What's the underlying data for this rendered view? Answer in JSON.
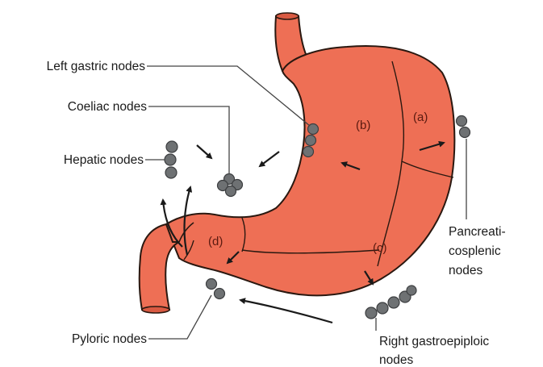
{
  "labels": {
    "left_gastric": "Left gastric nodes",
    "coeliac": "Coeliac nodes",
    "hepatic": "Hepatic nodes",
    "pyloric": "Pyloric nodes",
    "pancreatico_line1": "Pancreati-",
    "pancreatico_line2": "cosplenic",
    "pancreatico_line3": "nodes",
    "right_gastro_line1": "Right gastroepiploic",
    "right_gastro_line2": "nodes"
  },
  "zones": {
    "a": "(a)",
    "b": "(b)",
    "c": "(c)",
    "d": "(d)"
  },
  "colors": {
    "stomach_fill": "#ee6f55",
    "stomach_outline": "#2a1810",
    "node_fill": "#6e7173"
  }
}
